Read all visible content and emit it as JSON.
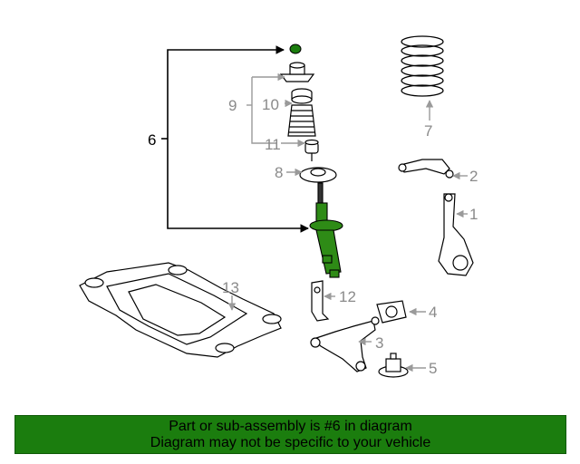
{
  "diagram": {
    "callouts": [
      "1",
      "2",
      "3",
      "4",
      "5",
      "6",
      "7",
      "8",
      "9",
      "10",
      "11",
      "12",
      "13"
    ],
    "highlight_color": "#2e8b16",
    "line_color": "#9a9a9a"
  },
  "footer": {
    "line1": "Part or sub-assembly is #6 in diagram",
    "line2": "Diagram may not be specific to your vehicle",
    "background": "#1b7d0e"
  }
}
